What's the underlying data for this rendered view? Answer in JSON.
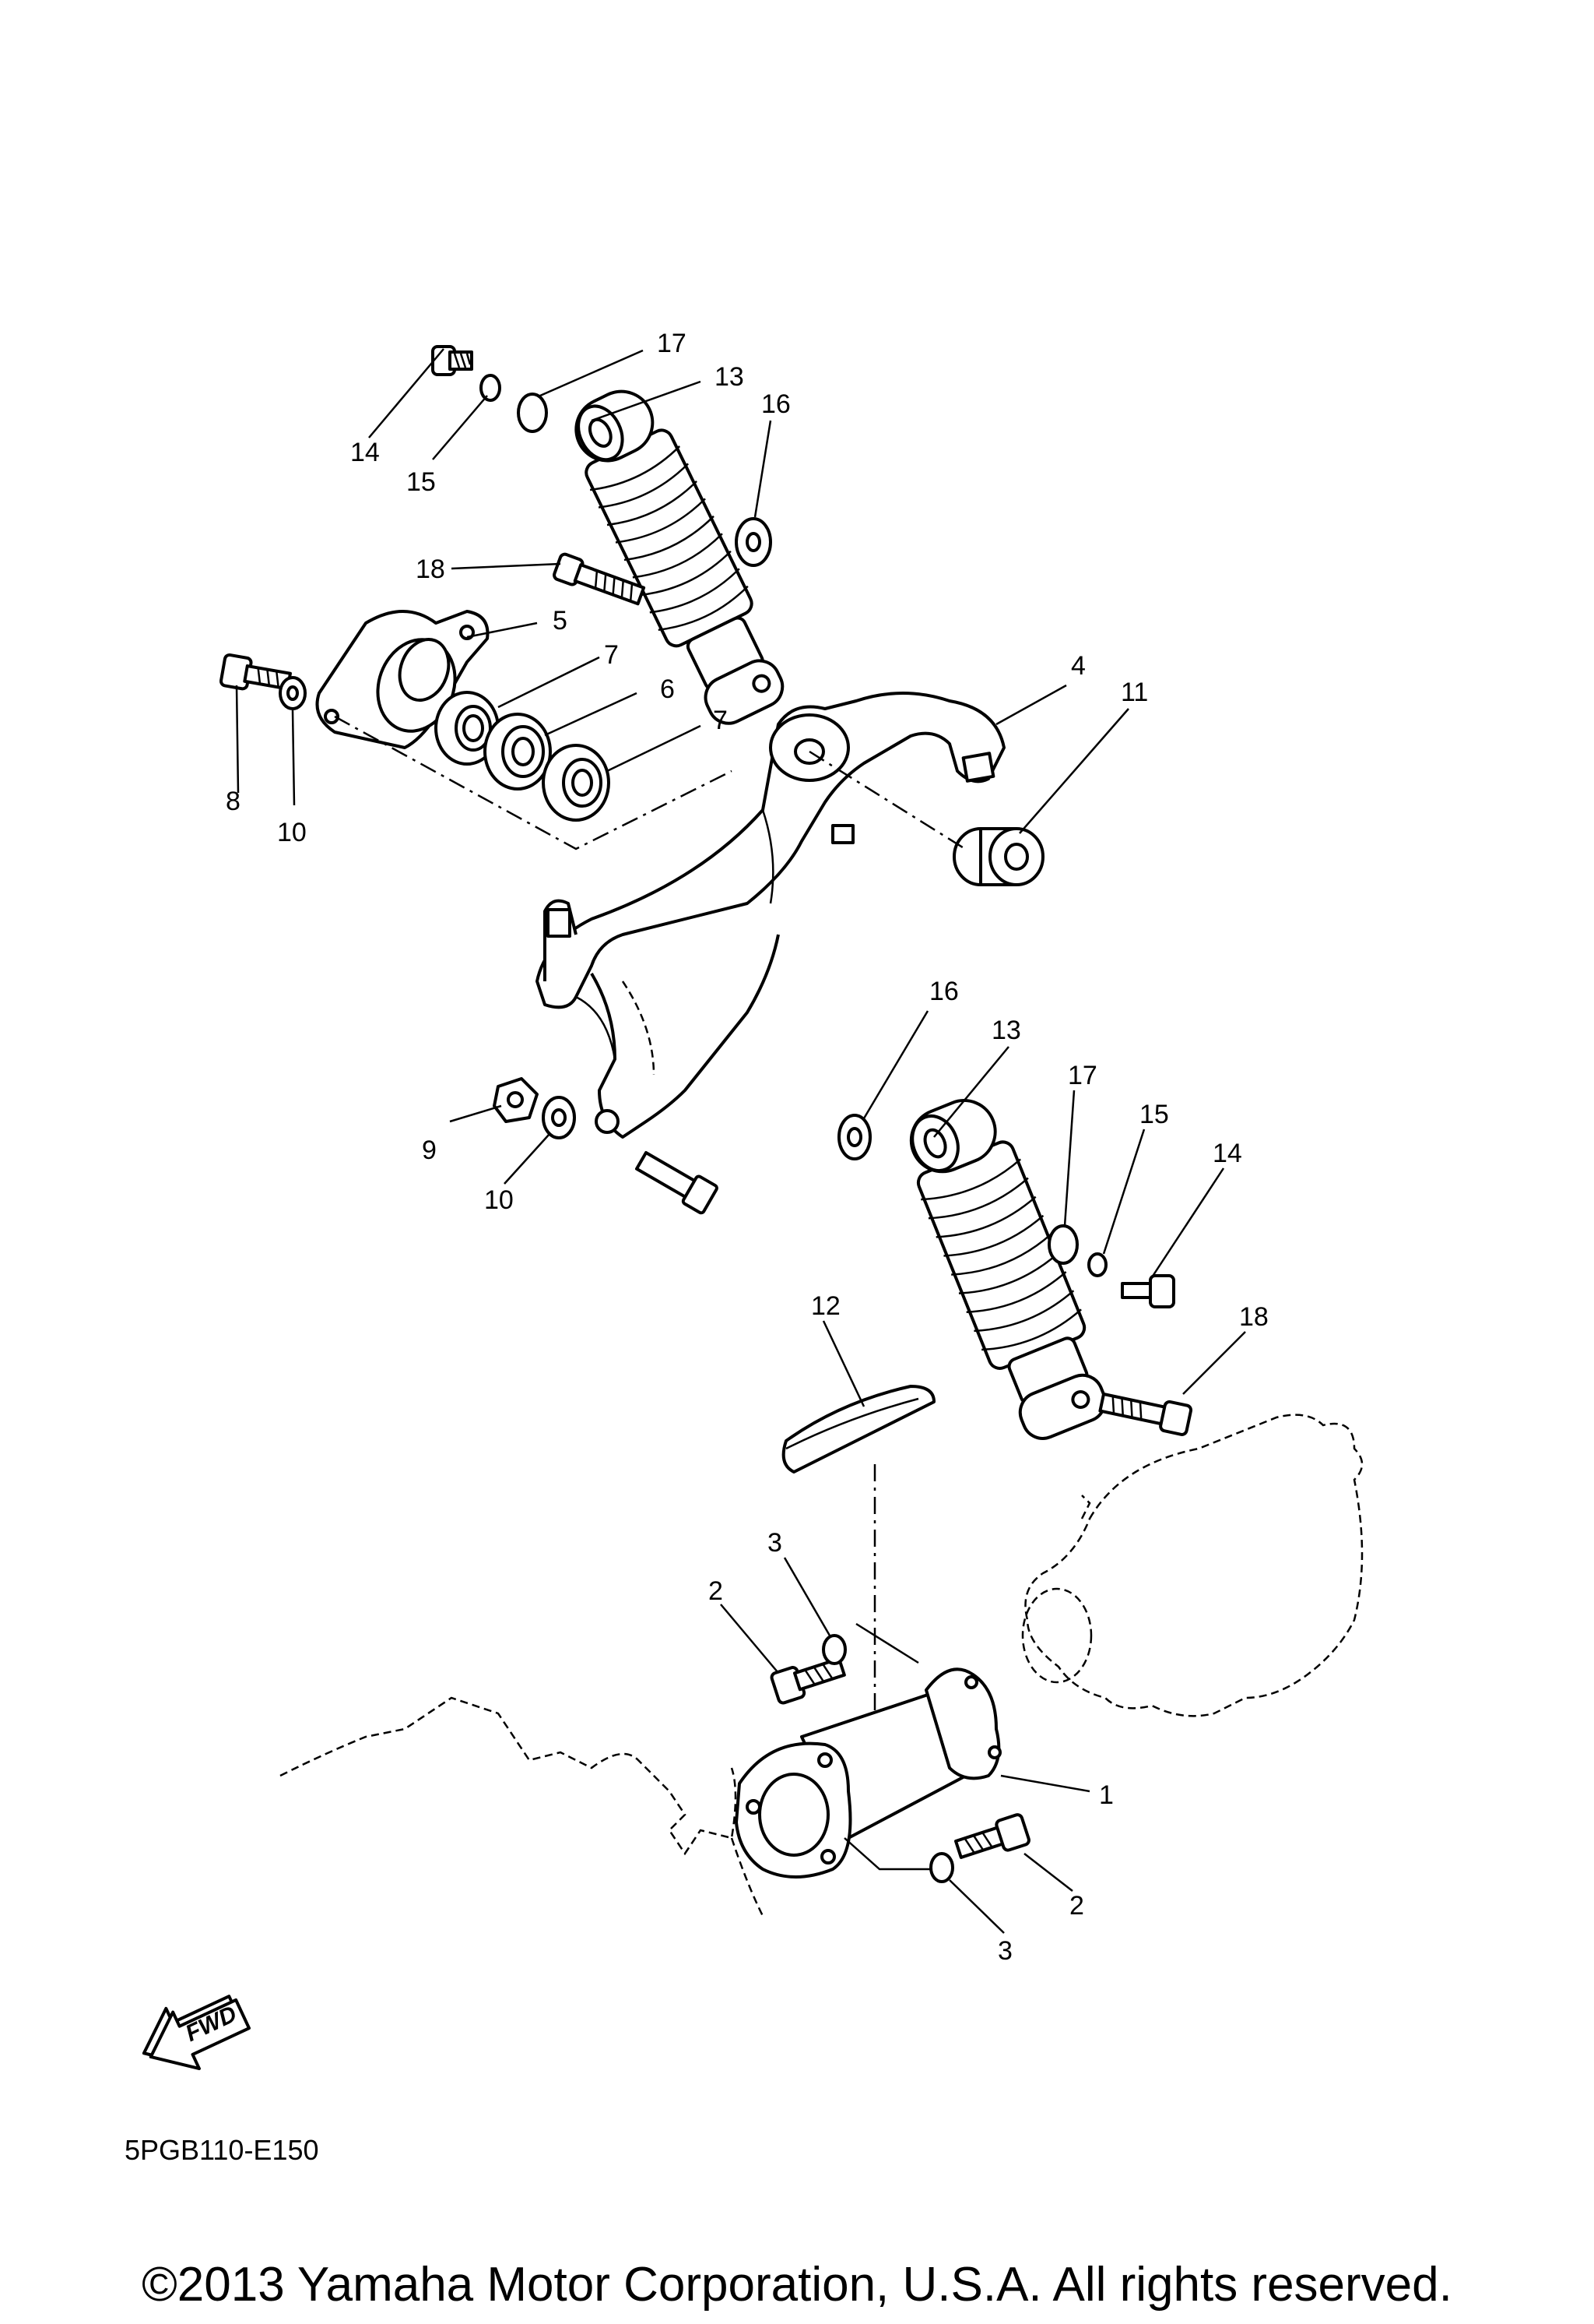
{
  "diagram": {
    "code": "5PGB110-E150",
    "fwd_label": "FWD",
    "copyright": "©2013 Yamaha Motor Corporation, U.S.A. All rights reserved."
  },
  "callouts": {
    "c17_top": "17",
    "c13_top": "13",
    "c16_top": "16",
    "c14_top": "14",
    "c15_top": "15",
    "c18_top": "18",
    "c5": "5",
    "c7_a": "7",
    "c6": "6",
    "c7_b": "7",
    "c4": "4",
    "c11": "11",
    "c8": "8",
    "c10_top": "10",
    "c9": "9",
    "c10_bot": "10",
    "c16_bot": "16",
    "c13_bot": "13",
    "c17_bot": "17",
    "c15_bot": "15",
    "c14_bot": "14",
    "c18_bot": "18",
    "c12": "12",
    "c3_top": "3",
    "c2_top": "2",
    "c1": "1",
    "c2_bot": "2",
    "c3_bot": "3"
  }
}
